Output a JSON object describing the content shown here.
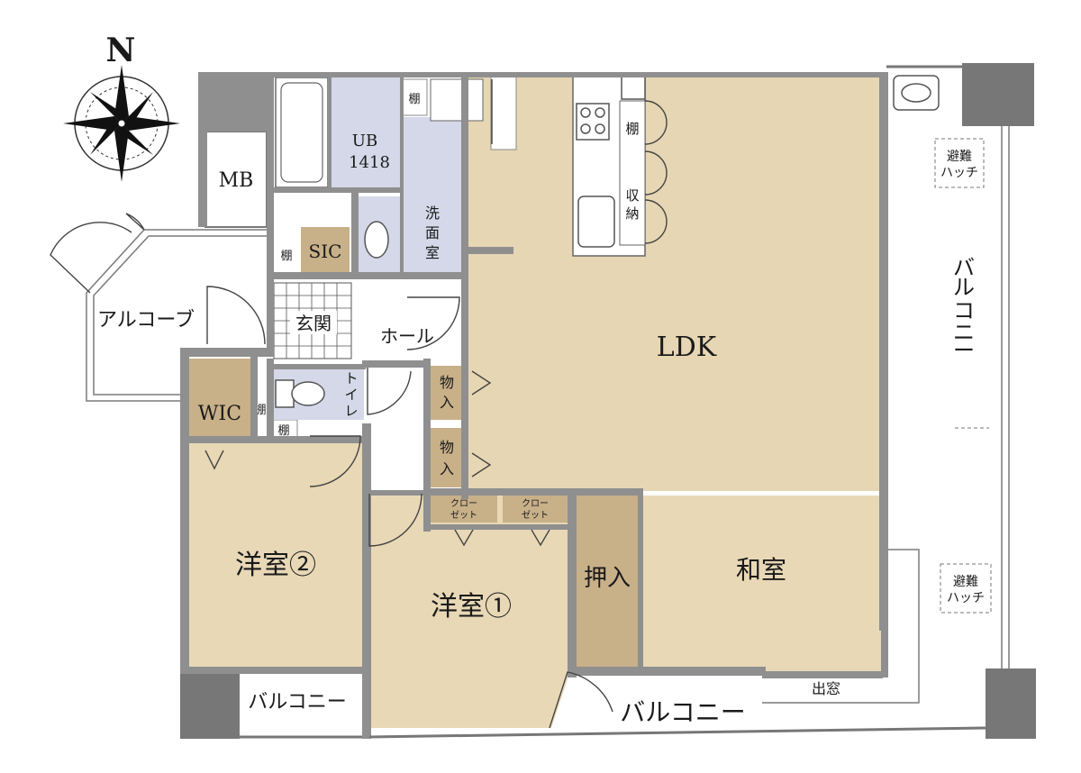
{
  "compass": {
    "north": "N"
  },
  "rooms": {
    "mb": "MB",
    "ub_line1": "UB",
    "ub_line2": "1418",
    "senmen": [
      "洗",
      "面",
      "室"
    ],
    "sic": "SIC",
    "tana": "棚",
    "genkan": "玄関",
    "hall": "ホール",
    "toilet": [
      "ト",
      "イ",
      "レ"
    ],
    "wic": "WIC",
    "monoire": [
      "物",
      "入"
    ],
    "closet_line1": "クロー",
    "closet_line2": "ゼット",
    "ldk": "LDK",
    "shuno": [
      "収",
      "納"
    ],
    "oshiire": "押入",
    "washitsu": "和室",
    "yoshitsu1": "洋室①",
    "yoshitsu2": "洋室②",
    "alcove": "アルコーブ",
    "balcony": "バルコニー",
    "balcony_v": [
      "バ",
      "ル",
      "コ",
      "ニ",
      "ー"
    ],
    "hatch_line1": "避難",
    "hatch_line2": "ハッチ",
    "demado": "出窓"
  },
  "colors": {
    "ldk": "#e6d6b3",
    "room": "#e8d8b6",
    "storage": "#c8b089",
    "bath": "#d4d8e8",
    "floor_white": "#ffffff",
    "wall": "#8f8f8f"
  }
}
